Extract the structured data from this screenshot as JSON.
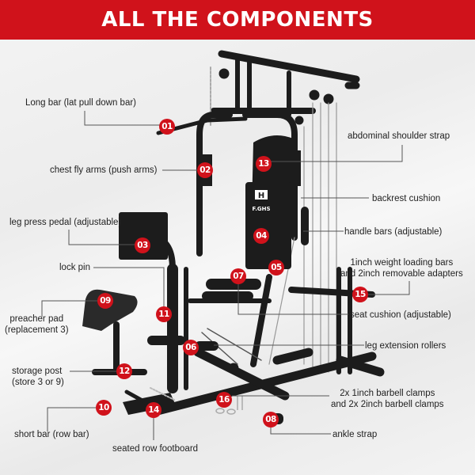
{
  "header": {
    "title": "ALL THE COMPONENTS"
  },
  "colors": {
    "accent": "#d0121b",
    "frame": "#1c1c1c",
    "text": "#222222",
    "background": "#f2f2f2"
  },
  "brand_logo": {
    "top": "H",
    "bottom": "F.GHS"
  },
  "components": [
    {
      "number": "01",
      "label": "Long bar (lat pull down bar)"
    },
    {
      "number": "02",
      "label": "chest fly arms (push arms)"
    },
    {
      "number": "03",
      "label": "leg press pedal (adjustable)"
    },
    {
      "number": "04",
      "label": "backrest cushion"
    },
    {
      "number": "05",
      "label": "handle bars (adjustable)"
    },
    {
      "number": "06",
      "label": "leg extension rollers"
    },
    {
      "number": "07",
      "label": "seat cushion (adjustable)"
    },
    {
      "number": "08",
      "label": "ankle strap"
    },
    {
      "number": "09",
      "label_line1": "preacher pad",
      "label_line2": "(replacement 3)"
    },
    {
      "number": "10",
      "label": "short bar (row bar)"
    },
    {
      "number": "11",
      "label": "lock pin"
    },
    {
      "number": "12",
      "label_line1": "storage post",
      "label_line2": "(store 3 or 9)"
    },
    {
      "number": "13",
      "label": "abdominal shoulder strap"
    },
    {
      "number": "14",
      "label": "seated row footboard"
    },
    {
      "number": "15",
      "label_line1": "1inch weight loading bars",
      "label_line2": "and 2inch removable adapters"
    },
    {
      "number": "16",
      "label_line1": "2x 1inch barbell clamps",
      "label_line2": "and 2x 2inch barbell clamps"
    }
  ]
}
